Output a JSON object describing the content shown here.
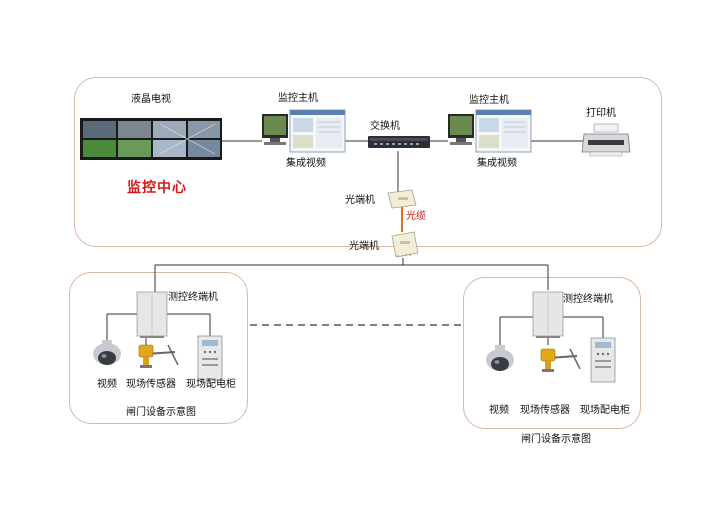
{
  "center": {
    "lcd_label": "液晶电视",
    "title": "监控中心",
    "host_left_label": "监控主机",
    "host_left_sub": "集成视频",
    "switch_label": "交换机",
    "host_right_label": "监控主机",
    "host_right_sub": "集成视频",
    "printer_label": "打印机",
    "optical_top_label": "光端机",
    "fiber_label": "光缆",
    "optical_bottom_label": "光端机"
  },
  "site_left": {
    "terminal_label": "测控终端机",
    "camera_label": "视频",
    "sensor_label": "现场传感器",
    "cabinet_label": "现场配电柜",
    "caption": "闸门设备示意图"
  },
  "site_right": {
    "terminal_label": "测控终端机",
    "camera_label": "视频",
    "sensor_label": "现场传感器",
    "cabinet_label": "现场配电柜",
    "caption": "闸门设备示意图"
  },
  "colors": {
    "box_border": "#d9b8a4",
    "fiber": "#e07020",
    "title": "#d21a1a"
  }
}
